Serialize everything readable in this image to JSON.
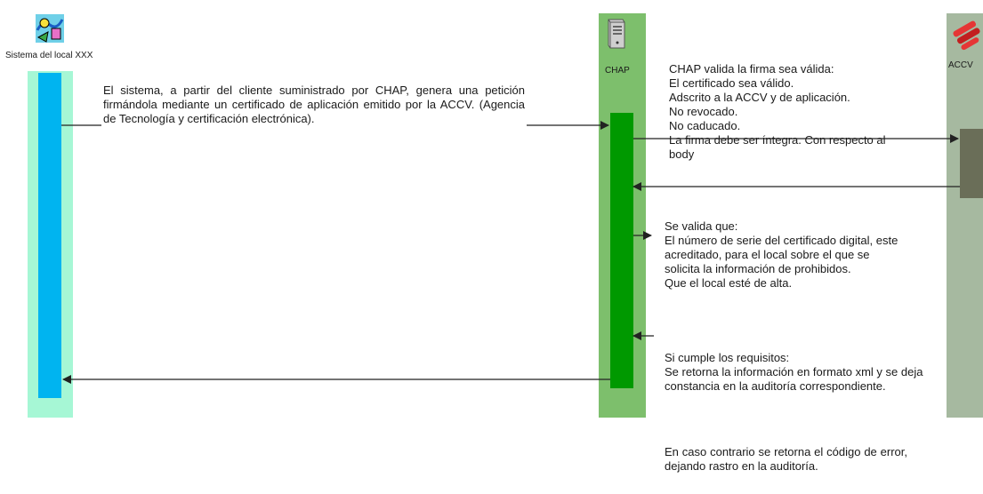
{
  "lanes": {
    "sistema": {
      "label": "Sistema del local XXX",
      "color": "#a6f7d5",
      "bar_color": "#00b4f0",
      "icon": "decorative-clipart-icon"
    },
    "chap": {
      "label": "CHAP",
      "color": "#7dbf6c",
      "bar_color": "#009900",
      "icon": "server-icon"
    },
    "accv": {
      "label": "ACCV",
      "color": "#a6b9a0",
      "bar_color": "#6a6e58",
      "icon": "accv-logo-icon"
    }
  },
  "notes": {
    "request": "El sistema, a partir del cliente suministrado por CHAP, genera una petición firmándola mediante un certificado de aplicación emitido por la ACCV. (Agencia de Tecnología y certificación electrónica).",
    "signature_check": "CHAP valida la firma sea válida:\nEl certificado sea válido.\nAdscrito a la ACCV y de aplicación.\nNo revocado.\nNo caducado.\nLa firma debe ser íntegra. Con respecto al body",
    "serial_check": "Se valida que:\n El número de serie del certificado digital, este acreditado, para el local sobre el que se solicita la información de prohibidos.\nQue el local esté de alta.",
    "success": "Si cumple los requisitos:\nSe retorna la información en formato xml y se deja constancia en la auditoría correspondiente.",
    "failure": "En caso contrario se retorna el código de error, dejando rastro en la auditoría."
  }
}
